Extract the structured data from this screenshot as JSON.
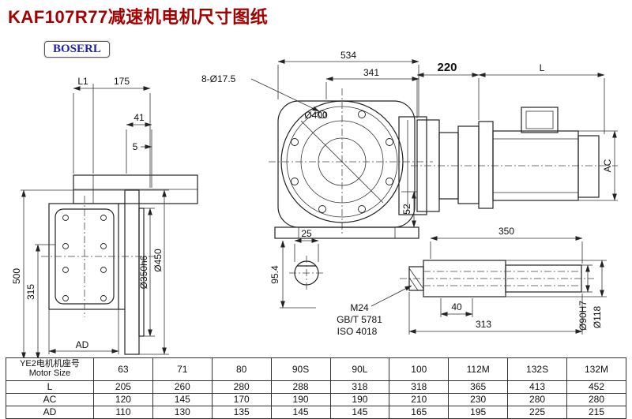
{
  "title": "KAF107R77减速机电机尺寸图纸",
  "logo": "BOSERL",
  "drawing": {
    "dims": {
      "d534": "534",
      "d341": "341",
      "holes": "8-Ø17.5",
      "d400": "Ø400",
      "d52": "52",
      "dL1": "L1",
      "d175": "175",
      "d41": "41",
      "d5": "5",
      "d500": "500",
      "d315": "315",
      "d350h6": "Ø350h6",
      "d450": "Ø450",
      "dAD": "AD",
      "d25": "25",
      "d95": "95.4",
      "m24": "M24",
      "gbt": "GB/T 5781",
      "iso": "ISO 4018",
      "d220": "220",
      "dL": "L",
      "dAC": "AC",
      "d350": "350",
      "d40": "40",
      "d313": "313",
      "d90": "Ø90H7",
      "d118": "Ø118"
    }
  },
  "table": {
    "header_cn": "YE2电机机座号",
    "header_en": "Motor Size",
    "columns": [
      "63",
      "71",
      "80",
      "90S",
      "90L",
      "100",
      "112M",
      "132S",
      "132M"
    ],
    "rows": [
      {
        "label": "L",
        "values": [
          "205",
          "260",
          "280",
          "288",
          "318",
          "318",
          "365",
          "413",
          "452"
        ]
      },
      {
        "label": "AC",
        "values": [
          "120",
          "145",
          "170",
          "190",
          "190",
          "210",
          "230",
          "280",
          "280"
        ]
      },
      {
        "label": "AD",
        "values": [
          "110",
          "130",
          "135",
          "145",
          "145",
          "165",
          "195",
          "225",
          "215"
        ]
      }
    ]
  }
}
